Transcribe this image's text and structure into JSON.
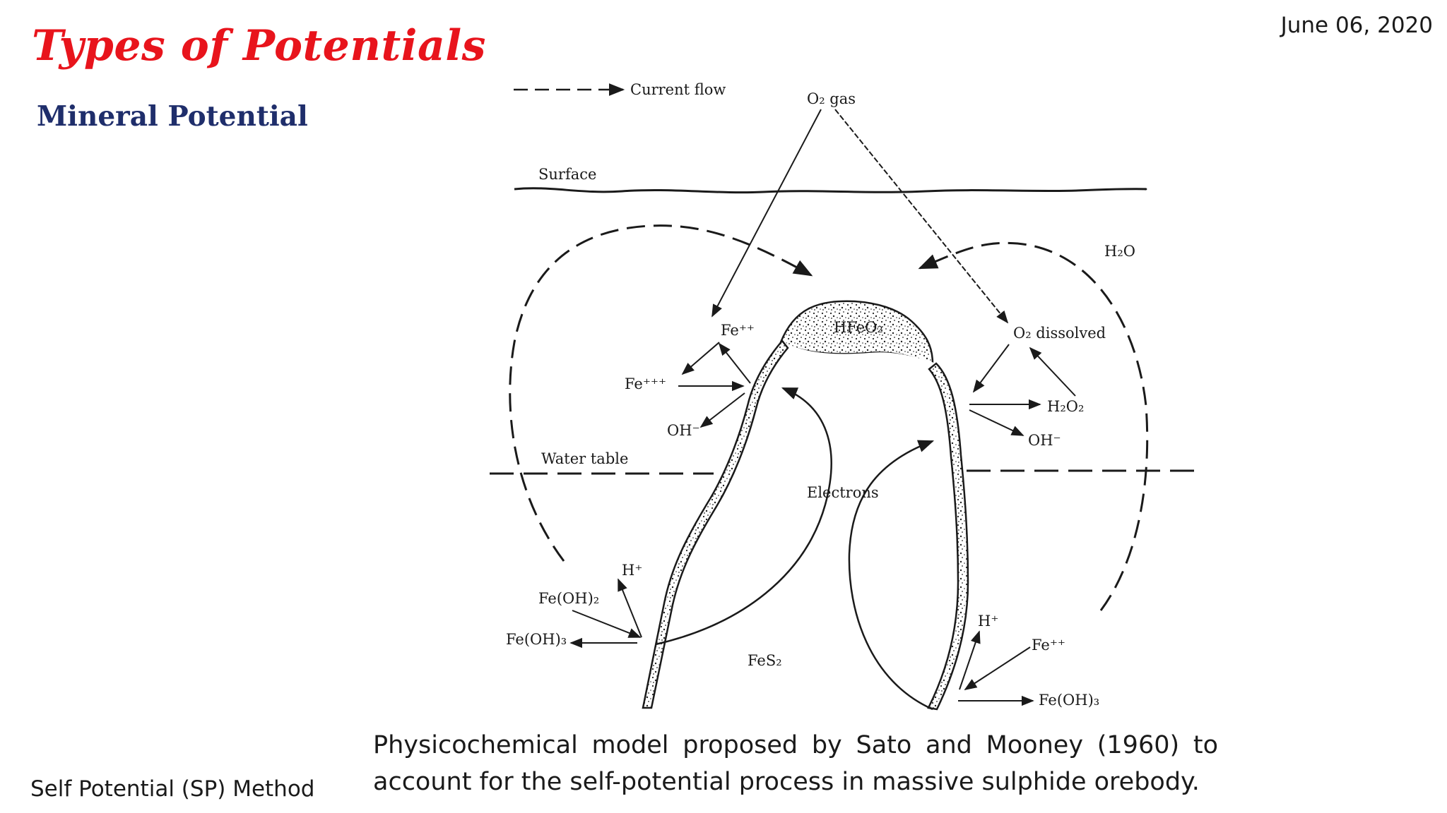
{
  "title": "Types of Potentials",
  "subtitle": "Mineral Potential",
  "date": "June 06, 2020",
  "footer": "Self Potential (SP) Method",
  "caption": "Physicochemical model proposed by Sato and Mooney (1960) to account for the self-potential process in massive sulphide orebody.",
  "diagram": {
    "legend_current_flow": "Current flow",
    "o2_gas": "O₂ gas",
    "surface": "Surface",
    "h2o": "H₂O",
    "fe2_top": "Fe⁺⁺",
    "fe3": "Fe⁺⁺⁺",
    "oh_left": "OH⁻",
    "hfeo2": "HFeO₂",
    "o2_dissolved": "O₂ dissolved",
    "h2o2": "H₂O₂",
    "oh_right": "OH⁻",
    "water_table": "Water table",
    "electrons": "Electrons",
    "h_left": "H⁺",
    "feoh2": "Fe(OH)₂",
    "feoh3_left": "Fe(OH)₃",
    "fes2": "FeS₂",
    "h_right": "H⁺",
    "fe2_bottom": "Fe⁺⁺",
    "feoh3_right": "Fe(OH)₃"
  },
  "colors": {
    "title": "#e8141c",
    "subtitle": "#1f2e6b"
  }
}
